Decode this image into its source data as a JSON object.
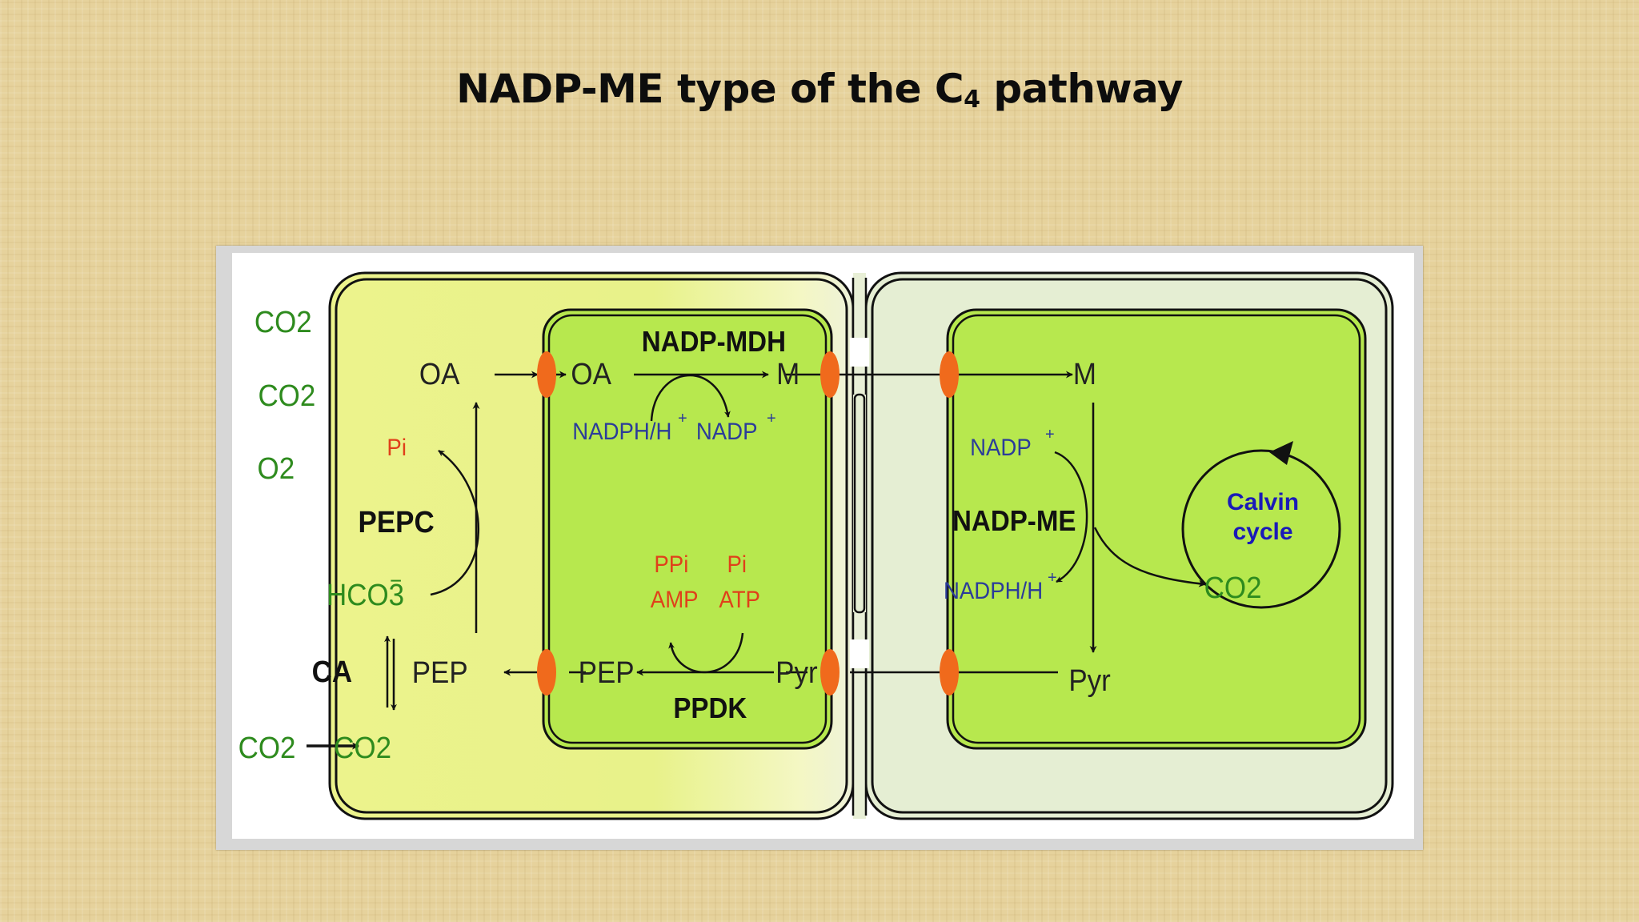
{
  "slide": {
    "title": "NADP-ME  type of the C",
    "title_subscript": "4",
    "title_suffix": " pathway"
  },
  "diagram": {
    "outside": {
      "co2_top": "CO2",
      "co2_middle": "CO2",
      "o2": "O2",
      "co2_bottom": "CO2"
    },
    "mesophyll": {
      "oa": "OA",
      "pi": "Pi",
      "pepc": "PEPC",
      "hco3": "HCO3",
      "hco3_charge": "−",
      "ca": "CA",
      "pep": "PEP",
      "co2": "CO2"
    },
    "mesophyll_chloroplast": {
      "oa": "OA",
      "nadp_mdh": "NADP-MDH",
      "m": "M",
      "nadph": "NADPH/H",
      "nadp": "NADP",
      "ppi": "PPi",
      "amp": "AMP",
      "pi": "Pi",
      "atp": "ATP",
      "pep": "PEP",
      "pyr": "Pyr",
      "ppdk": "PPDK"
    },
    "bundle_sheath_chloroplast": {
      "m": "M",
      "nadp": "NADP",
      "nadp_me": "NADP-ME",
      "nadph": "NADPH/H",
      "calvin_line1": "Calvin",
      "calvin_line2": "cycle",
      "co2": "CO2",
      "pyr": "Pyr"
    },
    "colors": {
      "green_label": "#2e8b1e",
      "red_label": "#e0401a",
      "blue_label": "#2b3c9a",
      "calvin_blue": "#1a1ab8",
      "mesophyll_fill": "#e3f078",
      "bundle_sheath_fill": "#e4edd2",
      "chloroplast_fill": "#b7e84e",
      "transporter": "#f06a1c"
    }
  }
}
